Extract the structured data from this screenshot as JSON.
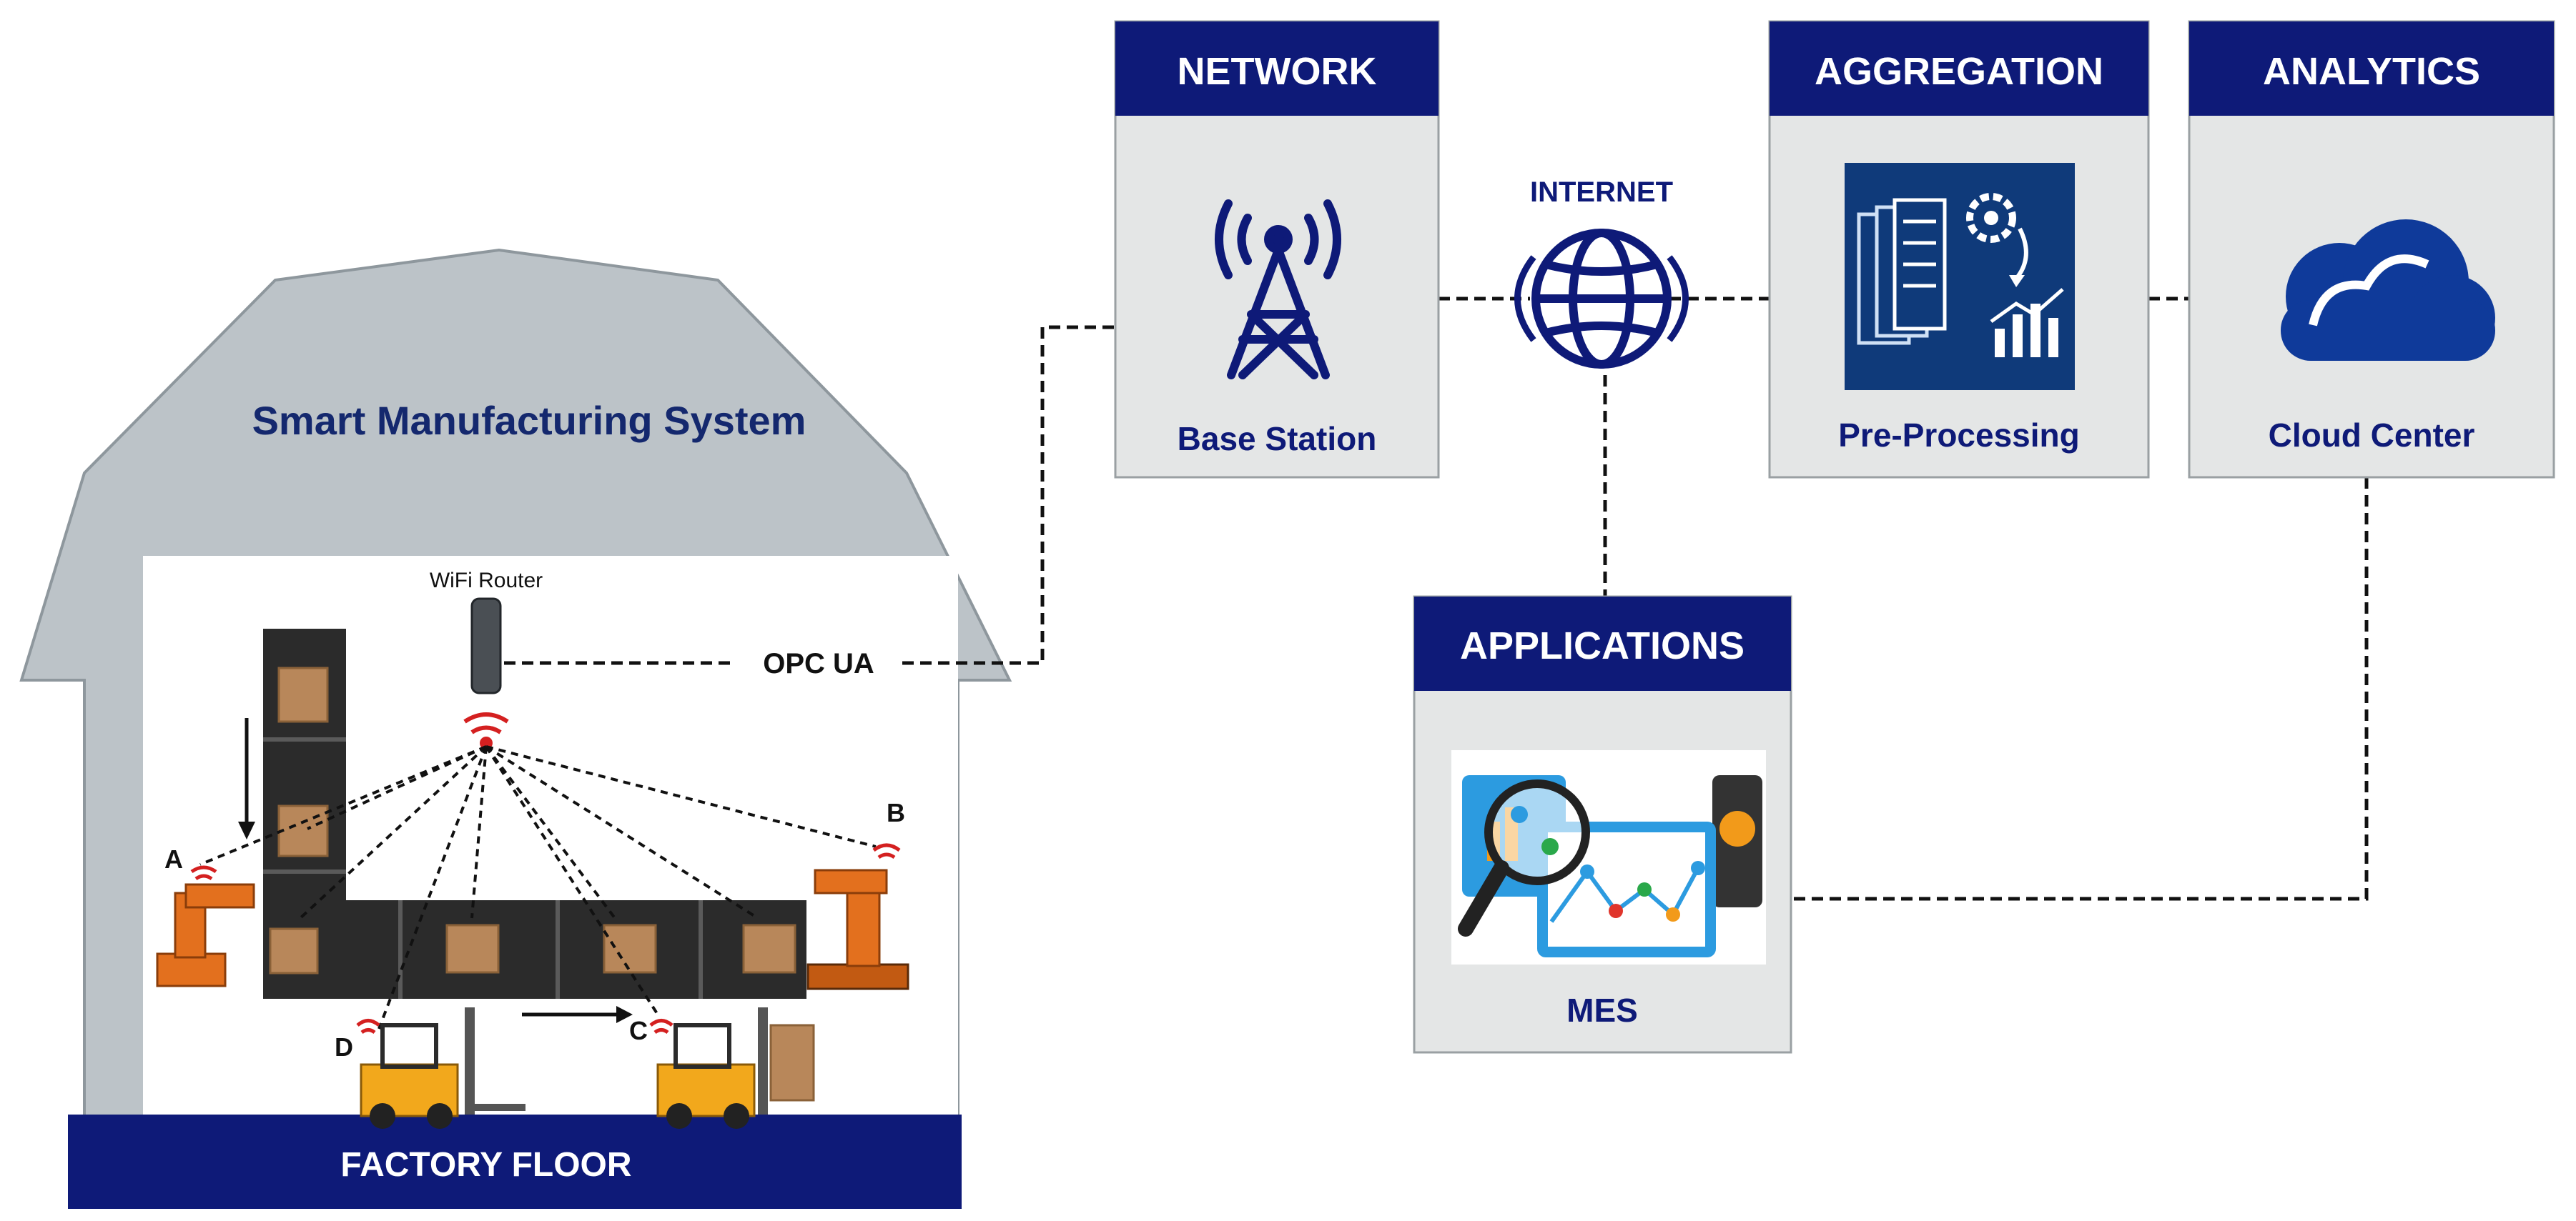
{
  "factory": {
    "title": "Smart Manufacturing System",
    "floor_label": "FACTORY FLOOR",
    "router_label": "WiFi Router",
    "opc_label": "OPC UA",
    "markers": {
      "a": "A",
      "b": "B",
      "c": "C",
      "d": "D"
    }
  },
  "network": {
    "header": "NETWORK",
    "caption": "Base Station",
    "icon": "cell-tower-icon"
  },
  "internet": {
    "label": "INTERNET",
    "icon": "globe-icon"
  },
  "aggregation": {
    "header": "AGGREGATION",
    "caption": "Pre-Processing",
    "icon": "data-processing-icon"
  },
  "analytics": {
    "header": "ANALYTICS",
    "caption": "Cloud Center",
    "icon": "cloud-icon"
  },
  "applications": {
    "header": "APPLICATIONS",
    "caption": "MES",
    "icon": "analytics-devices-icon"
  },
  "colors": {
    "navy": "#0e1a78",
    "panel": "#e4e6e6",
    "house": "#bcc3c8",
    "title_text": "#14286e",
    "conveyor": "#2b2b2b",
    "robot": "#e3701e",
    "forklift": "#f2a81c",
    "box": "#b8875a",
    "wifi": "#d42020"
  }
}
